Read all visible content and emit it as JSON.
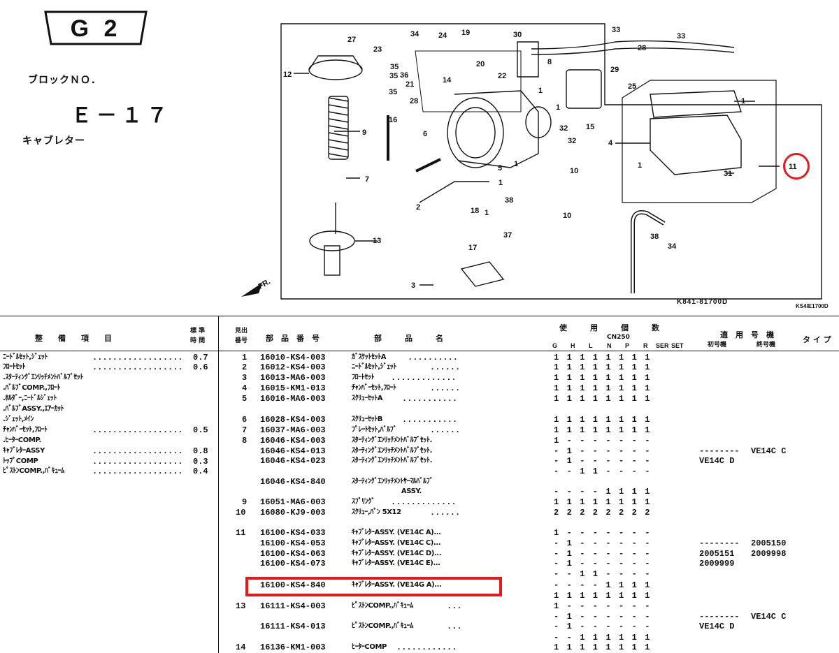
{
  "header": {
    "group_badge": "G 2",
    "block_label": "ブロックＮＯ．",
    "block_number": "Ｅ－１７",
    "block_name": "キャブレター"
  },
  "diagram": {
    "callouts": [
      "1",
      "1",
      "1",
      "1",
      "1",
      "1",
      "2",
      "3",
      "4",
      "5",
      "6",
      "7",
      "8",
      "9",
      "10",
      "10",
      "11",
      "12",
      "13",
      "14",
      "15",
      "16",
      "17",
      "18",
      "19",
      "20",
      "21",
      "22",
      "23",
      "24",
      "25",
      "27",
      "28",
      "28",
      "29",
      "30",
      "31",
      "32",
      "32",
      "33",
      "33",
      "34",
      "34",
      "35",
      "35",
      "35",
      "36",
      "37",
      "38",
      "38"
    ],
    "front_arrow_label": "FR.",
    "drawing_code": "K841-81700D",
    "drawing_code_small": "KS4IE1700D"
  },
  "table": {
    "left_header": {
      "item": "整　　備　　項　　目",
      "std_time": "標 準\n時 間"
    },
    "right_header": {
      "ref_no": "見出\n番号",
      "part_no": "部　品　番　号",
      "part_name": "部　　　品　　　名",
      "usage": "使　　　用　　　個　　　数",
      "model": "CN250",
      "usage_cols": [
        "G",
        "H",
        "L",
        "N",
        "P",
        "R",
        "SER",
        "SET"
      ],
      "applicable": "適　用　号　機",
      "first_no": "初号機",
      "last_no": "終号機",
      "type": "タ イ プ"
    },
    "maintenance": [
      {
        "name": "ﾆｰﾄﾞﾙｾｯﾄ,ｼﾞｪｯﾄ",
        "time": "0.7"
      },
      {
        "name": "ﾌﾛｰﾄｾｯﾄ",
        "time": "0.6"
      },
      {
        "name": ".ｽﾀｰﾃｨﾝｸﾞｴﾝﾘｯﾁﾒﾝﾄﾊﾞﾙﾌﾞｾｯﾄ",
        "time": ""
      },
      {
        "name": ".ﾊﾞﾙﾌﾞCOMP.,ﾌﾛｰﾄ",
        "time": ""
      },
      {
        "name": ".ﾎﾙﾀﾞｰ,ﾆｰﾄﾞﾙｼﾞｪｯﾄ",
        "time": ""
      },
      {
        "name": ".ﾊﾞﾙﾌﾞASSY.,ｴｱｰｶｯﾄ",
        "time": ""
      },
      {
        "name": ".ｼﾞｪｯﾄ,ﾒｲﾝ",
        "time": ""
      },
      {
        "name": "ﾁｬﾝﾊﾞｰｾｯﾄ,ﾌﾛｰﾄ",
        "time": "0.5"
      },
      {
        "name": ".ﾋｰﾀｰCOMP.",
        "time": ""
      },
      {
        "name": "ｷｬﾌﾞﾚﾀｰASSY",
        "time": "0.8"
      },
      {
        "name": "ﾄｯﾌﾟCOMP",
        "time": "0.3"
      },
      {
        "name": "ﾋﾟｽﾄﾝCOMP.,ﾊﾞｷｭｰﾑ",
        "time": "0.4"
      }
    ],
    "parts": [
      {
        "ref": "1",
        "no": "16010-KS4-003",
        "name": "ｶﾞｽｹｯﾄｾｯﾄA",
        "usage": "11111111",
        "first": "",
        "last": "",
        "type": ""
      },
      {
        "ref": "2",
        "no": "16012-KS4-003",
        "name": "ﾆｰﾄﾞﾙｾｯﾄ,ｼﾞｪｯﾄ",
        "usage": "11111111",
        "first": "",
        "last": "",
        "type": ""
      },
      {
        "ref": "3",
        "no": "16013-MA6-003",
        "name": "ﾌﾛｰﾄｾｯﾄ",
        "usage": "11111111",
        "first": "",
        "last": "",
        "type": ""
      },
      {
        "ref": "4",
        "no": "16015-KM1-013",
        "name": "ﾁｬﾝﾊﾞｰｾｯﾄ,ﾌﾛｰﾄ",
        "usage": "11111111",
        "first": "",
        "last": "",
        "type": ""
      },
      {
        "ref": "5",
        "no": "16016-MA6-003",
        "name": "ｽｸﾘｭｰｾｯﾄA",
        "usage": "11111111",
        "first": "",
        "last": "",
        "type": ""
      },
      {
        "ref": "6",
        "no": "16028-KS4-003",
        "name": "ｽｸﾘｭｰｾｯﾄB",
        "usage": "11111111",
        "first": "",
        "last": "",
        "type": ""
      },
      {
        "ref": "7",
        "no": "16037-MA6-003",
        "name": "ﾌﾟﾚｰﾄｾｯﾄ,ﾊﾞﾙﾌﾞ",
        "usage": "11111111",
        "first": "",
        "last": "",
        "type": ""
      },
      {
        "ref": "8",
        "no": "16046-KS4-003",
        "name": "ｽﾀｰﾃｨﾝｸﾞｴﾝﾘｯﾁﾒﾝﾄﾊﾞﾙﾌﾞｾｯﾄ.",
        "usage": "1-------",
        "first": "",
        "last": "",
        "type": ""
      },
      {
        "ref": "",
        "no": "16046-KS4-013",
        "name": "ｽﾀｰﾃｨﾝｸﾞｴﾝﾘｯﾁﾒﾝﾄﾊﾞﾙﾌﾞｾｯﾄ.",
        "usage": "-1------",
        "first": "--------",
        "last": "VE14C C",
        "type": ""
      },
      {
        "ref": "",
        "no": "16046-KS4-023",
        "name": "ｽﾀｰﾃｨﾝｸﾞｴﾝﾘｯﾁﾒﾝﾄﾊﾞﾙﾌﾞｾｯﾄ.",
        "usage": "-1------",
        "first": "VE14C D",
        "last": "",
        "type": ""
      },
      {
        "ref": "",
        "no": "",
        "name": "",
        "usage": "--11----",
        "first": "",
        "last": "",
        "type": ""
      },
      {
        "ref": "",
        "no": "16046-KS4-840",
        "name": "ｽﾀｰﾃｨﾝｸﾞｴﾝﾘｯﾁﾒﾝﾄｻｰﾏﾙﾊﾞﾙﾌﾞ",
        "usage": "",
        "first": "",
        "last": "",
        "type": ""
      },
      {
        "ref": "",
        "no": "",
        "name": "                       ASSY.",
        "usage": "----1111",
        "first": "",
        "last": "",
        "type": ""
      },
      {
        "ref": "9",
        "no": "16051-MA6-003",
        "name": "ｽﾌﾟﾘﾝｸﾞ",
        "usage": "11111111",
        "first": "",
        "last": "",
        "type": ""
      },
      {
        "ref": "10",
        "no": "16080-KJ9-003",
        "name": "ｽｸﾘｭｰ,ﾊﾟﾝ 5X12",
        "usage": "22222222",
        "first": "",
        "last": "",
        "type": ""
      },
      {
        "ref": "11",
        "no": "16100-KS4-033",
        "name": "ｷｬﾌﾞﾚﾀｰASSY. (VE14C A)...",
        "usage": "1-------",
        "first": "",
        "last": "",
        "type": ""
      },
      {
        "ref": "",
        "no": "16100-KS4-053",
        "name": "ｷｬﾌﾞﾚﾀｰASSY. (VE14C C)...",
        "usage": "-1------",
        "first": "--------",
        "last": "2005150",
        "type": ""
      },
      {
        "ref": "",
        "no": "16100-KS4-063",
        "name": "ｷｬﾌﾞﾚﾀｰASSY. (VE14C D)...",
        "usage": "-1------",
        "first": "2005151",
        "last": "2009998",
        "type": ""
      },
      {
        "ref": "",
        "no": "16100-KS4-073",
        "name": "ｷｬﾌﾞﾚﾀｰASSY. (VE14C E)...",
        "usage": "-1------",
        "first": "2009999",
        "last": "",
        "type": ""
      },
      {
        "ref": "",
        "no": "",
        "name": "",
        "usage": "--11----",
        "first": "",
        "last": "",
        "type": ""
      },
      {
        "ref": "",
        "no": "16100-KS4-840",
        "name": "ｷｬﾌﾞﾚﾀｰASSY. (VE14G A)...",
        "usage": "----1111",
        "first": "",
        "last": "",
        "type": ""
      },
      {
        "ref": "",
        "no": "",
        "name": "",
        "usage": "11111111",
        "first": "",
        "last": "",
        "type": ""
      },
      {
        "ref": "13",
        "no": "16111-KS4-003",
        "name": "ﾋﾟｽﾄﾝCOMP.,ﾊﾞｷｭｰﾑ",
        "usage": "1-------",
        "first": "",
        "last": "",
        "type": ""
      },
      {
        "ref": "",
        "no": "",
        "name": "",
        "usage": "-1------",
        "first": "--------",
        "last": "VE14C C",
        "type": ""
      },
      {
        "ref": "",
        "no": "16111-KS4-013",
        "name": "ﾋﾟｽﾄﾝCOMP.,ﾊﾞｷｭｰﾑ",
        "usage": "-1------",
        "first": "VE14C D",
        "last": "",
        "type": ""
      },
      {
        "ref": "",
        "no": "",
        "name": "",
        "usage": "--111111",
        "first": "",
        "last": "",
        "type": ""
      },
      {
        "ref": "14",
        "no": "16136-KM1-003",
        "name": "ﾋｰﾀｰCOMP",
        "usage": "11111111",
        "first": "",
        "last": "",
        "type": ""
      }
    ],
    "highlight_colors": {
      "annotation": "#e41b1b"
    }
  }
}
